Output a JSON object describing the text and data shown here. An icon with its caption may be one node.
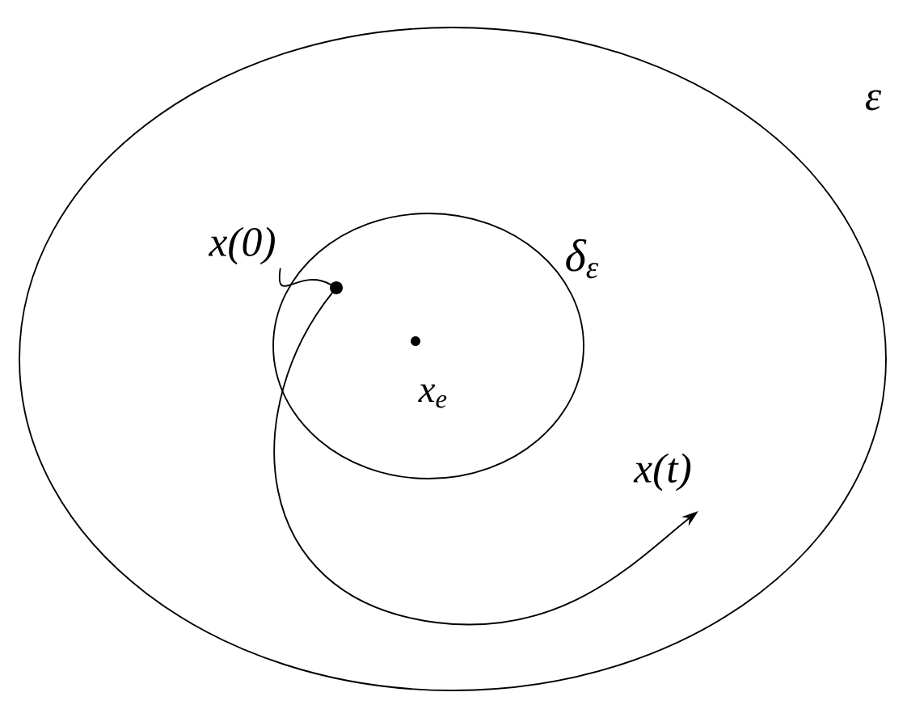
{
  "diagram": {
    "nodes": [
      {
        "text": [
          "ε"
        ]
      },
      {
        "text": [
          "δ$_{ε}$"
        ],
        "in": 0
      },
      {
        "text": [
          "x(0)"
        ],
        "in": 0
      },
      {
        "text": [],
        "shape": "circle",
        "in": 1
      },
      {
        "text": [],
        "shape": "circle",
        "beside": [
          "x$_{e}$"
        ],
        "in": 1
      }
    ],
    "edges": [
      {
        "from": 2,
        "to": 3,
        "arrow": "none"
      },
      {
        "from": 3,
        "to": null,
        "arrow": "to",
        "label": "x(t)"
      }
    ]
  }
}
